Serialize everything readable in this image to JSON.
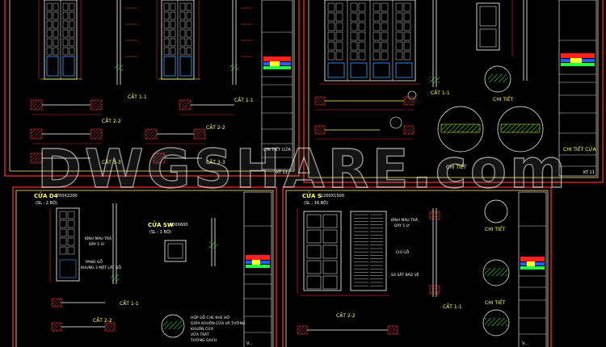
{
  "watermark": "DWGSHARE.com",
  "colors": {
    "sheet_border": "#ff3030",
    "inner_border": "#ffe07a",
    "door_line": "#ffffff",
    "glass": "#3fa0ff",
    "dim": "#ff3030",
    "section": "#ffff40",
    "hatch": "#30ff30",
    "cyan": "#40ffff",
    "magenta": "#ff40ff"
  },
  "sheets": [
    {
      "id": "top-left",
      "labels": {
        "cut_1": "CẮT 1-1",
        "cut_1b": "CẮT 1-1",
        "cut_2": "CẮT 2-2",
        "cut_2b": "CẮT 2-2",
        "cut_3": "CẮT 3-3",
        "cut_3b": "CẮT 3-3",
        "detail": "CHI TIẾT CỬA",
        "sheet_no": "KT 12"
      }
    },
    {
      "id": "top-right",
      "labels": {
        "cut_1": "CẮT 1-1",
        "detail_a": "CHI TIẾT",
        "detail_b": "CHI TIẾT",
        "detail_title": "CHI TIẾT CỬA",
        "sheet_no": "KT 11"
      }
    },
    {
      "id": "bottom-left",
      "labels": {
        "door_title": "CỬA D4",
        "door_size": "700X2200",
        "door_count": "(SL : 2 BỘ)",
        "window_title": "CỬA SW",
        "window_size": "600X600",
        "window_count": "(SL : 1 BỘ)",
        "note_glass": "KÍNH MÀU TRÀ",
        "note_glass_2": "DÀY 5 LY",
        "note_frame": "PANO GỖ",
        "note_frame_2": "KHUNG 3 MẶT LÁT GỖ",
        "cut_1": "CẮT 1-1",
        "cut_2": "CẮT 2-2",
        "note_1": "HỘP GỖ CHE KHE HỞ",
        "note_2": "GIỮA KHUÔN CỬA VÀ TƯỜNG",
        "note_3": "KHUÔN CỬA",
        "note_4": "VỮA TRÁT",
        "note_5": "TƯỜNG GẠCH",
        "sheet_no": "V..."
      }
    },
    {
      "id": "bottom-right",
      "labels": {
        "door_title": "CỬA S",
        "door_size": "1200X1500",
        "door_count": "(SL : 16 BỘ)",
        "note_glass": "KÍNH MÀU TRÀ",
        "note_glass_2": "DÀY 5 LY",
        "note_wood": "CHỈ GỖ",
        "note_bar": "SA SẮT BẢO VỆ",
        "detail_a": "CHI TIẾT",
        "detail_b": "CHI TIẾT",
        "cut_1": "CẮT 1-1",
        "cut_2": "CẮT 2-2",
        "sheet_no": "V..."
      }
    }
  ]
}
